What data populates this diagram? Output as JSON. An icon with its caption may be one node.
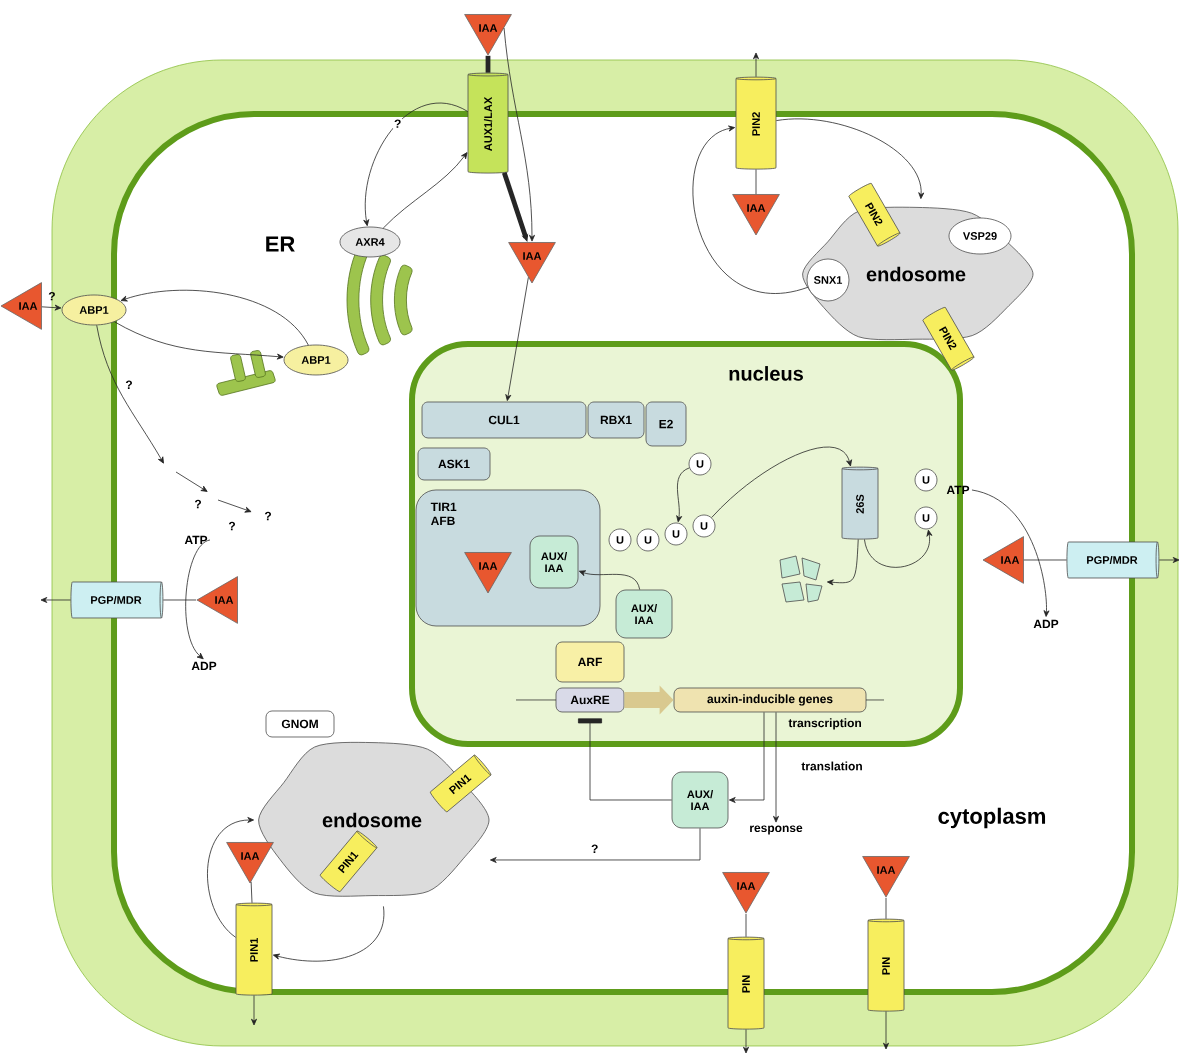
{
  "diagram": {
    "nodes": [
      {
        "text": [
          "IAA"
        ]
      },
      {
        "text": [
          "AUX1/LAX"
        ]
      },
      {
        "text": [
          "PIN2"
        ]
      },
      {
        "text": [
          "IAA"
        ]
      },
      {
        "text": [
          "endosome"
        ]
      },
      {
        "text": [
          "PIN2"
        ]
      },
      {
        "text": [
          "VSP29"
        ],
        "in": 4
      },
      {
        "text": [
          "SNX1"
        ],
        "in": 4
      },
      {
        "text": [
          "PIN2"
        ]
      },
      {
        "text": [
          "AXR4"
        ],
        "in": 10
      },
      {
        "text": [
          "ER"
        ]
      },
      {
        "text": [
          "IAA"
        ]
      },
      {
        "text": [
          "IAA"
        ]
      },
      {
        "text": [
          "ABP1"
        ]
      },
      {
        "text": [
          "ABP1"
        ],
        "in": 10
      },
      {
        "text": [
          "nucleus"
        ]
      },
      {
        "text": [
          "CUL1"
        ],
        "in": 15
      },
      {
        "text": [
          "RBX1"
        ],
        "in": 15
      },
      {
        "text": [
          "E2"
        ],
        "in": 15
      },
      {
        "text": [
          "ASK1"
        ],
        "in": 15
      },
      {
        "text": [
          "TIR1 AFB"
        ],
        "in": 15
      },
      {
        "text": [
          "IAA"
        ],
        "in": 20
      },
      {
        "text": [
          "AUX/ IAA"
        ],
        "in": 20
      },
      {
        "text": [
          "U"
        ],
        "in": 15
      },
      {
        "text": [
          "U"
        ],
        "in": 15
      },
      {
        "text": [
          "U"
        ],
        "in": 15
      },
      {
        "text": [
          "U"
        ],
        "in": 15
      },
      {
        "text": [
          "U"
        ],
        "in": 15
      },
      {
        "text": [
          "26S"
        ],
        "in": 15
      },
      {
        "text": [
          "U"
        ],
        "in": 15
      },
      {
        "text": [
          "U"
        ],
        "in": 15
      },
      {
        "text": [],
        "shape": "picture",
        "in": 15
      },
      {
        "text": [
          "AUX/ IAA"
        ],
        "in": 15
      },
      {
        "text": [
          "ARF"
        ],
        "in": 15
      },
      {
        "text": [
          "AuxRE"
        ],
        "in": 15
      },
      {
        "text": [
          "auxin-inducible genes"
        ],
        "in": 15,
        "beside": [
          "transcription"
        ]
      },
      {
        "text": [
          "response"
        ]
      },
      {
        "text": [
          "AUX/ IAA"
        ]
      },
      {
        "text": [
          "IAA"
        ]
      },
      {
        "text": [
          "PGP/MDR"
        ]
      },
      {
        "text": [
          "ATP"
        ]
      },
      {
        "text": [
          "ADP"
        ]
      },
      {
        "text": [
          "PGP/MDR"
        ]
      },
      {
        "text": [
          "IAA"
        ]
      },
      {
        "text": [
          "ATP"
        ]
      },
      {
        "text": [
          "ADP"
        ]
      },
      {
        "text": [
          "GNOM"
        ]
      },
      {
        "text": [
          "endosome"
        ]
      },
      {
        "text": [
          "PIN1"
        ],
        "in": 47
      },
      {
        "text": [
          "PIN1"
        ],
        "in": 47
      },
      {
        "text": [
          "IAA"
        ]
      },
      {
        "text": [
          "PIN1"
        ]
      },
      {
        "text": [
          "IAA"
        ]
      },
      {
        "text": [
          "PIN"
        ]
      },
      {
        "text": [
          "IAA"
        ]
      },
      {
        "text": [
          "PIN"
        ]
      }
    ],
    "edges": [
      {
        "from": 0,
        "to": 1,
        "arrow": "none",
        "style": "thick"
      },
      {
        "from": 1,
        "to": 11,
        "arrow": "to",
        "style": "thick"
      },
      {
        "from": 0,
        "to": 11,
        "arrow": "to"
      },
      {
        "from": 11,
        "to": 16,
        "arrow": "to"
      },
      {
        "from": 1,
        "to": 9,
        "arrow": "to",
        "label": "?"
      },
      {
        "from": 9,
        "to": 1,
        "arrow": "to"
      },
      {
        "from": 12,
        "to": 13,
        "arrow": "to",
        "label": "?"
      },
      {
        "from": 14,
        "to": 13,
        "arrow": "to"
      },
      {
        "from": 13,
        "to": 14,
        "arrow": "to"
      },
      {
        "from": 13,
        "to": null,
        "arrow": "to",
        "label": "?"
      },
      {
        "from": 2,
        "to": null,
        "arrow": "to"
      },
      {
        "from": 3,
        "to": 2,
        "arrow": "none"
      },
      {
        "from": 2,
        "to": 4,
        "arrow": "to"
      },
      {
        "from": 7,
        "to": 2,
        "arrow": "to"
      },
      {
        "from": 23,
        "to": 26,
        "arrow": "to"
      },
      {
        "from": 27,
        "to": 28,
        "arrow": "to"
      },
      {
        "from": 28,
        "to": 30,
        "arrow": "to"
      },
      {
        "from": 28,
        "to": 31,
        "arrow": "to"
      },
      {
        "from": 32,
        "to": 22,
        "arrow": "to"
      },
      {
        "from": 34,
        "to": 35,
        "arrow": "to",
        "style": "thick",
        "color": "#d9c98f"
      },
      {
        "from": 37,
        "to": 34,
        "arrow": "other"
      },
      {
        "from": 35,
        "to": 37,
        "arrow": "to"
      },
      {
        "from": 35,
        "to": 36,
        "arrow": "to"
      },
      {
        "from": 37,
        "to": 47,
        "arrow": "to",
        "label": "?"
      },
      {
        "from": 38,
        "to": 39,
        "arrow": "none"
      },
      {
        "from": 39,
        "to": null,
        "arrow": "to"
      },
      {
        "from": 40,
        "to": 41,
        "arrow": "to"
      },
      {
        "from": 43,
        "to": 42,
        "arrow": "none"
      },
      {
        "from": 42,
        "to": null,
        "arrow": "to"
      },
      {
        "from": 44,
        "to": 45,
        "arrow": "to"
      },
      {
        "from": 51,
        "to": 47,
        "arrow": "to"
      },
      {
        "from": 47,
        "to": 51,
        "arrow": "to"
      },
      {
        "from": 50,
        "to": 51,
        "arrow": "none"
      },
      {
        "from": 51,
        "to": null,
        "arrow": "to"
      },
      {
        "from": 52,
        "to": 53,
        "arrow": "none"
      },
      {
        "from": 53,
        "to": null,
        "arrow": "to"
      },
      {
        "from": 54,
        "to": 55,
        "arrow": "none"
      },
      {
        "from": 55,
        "to": null,
        "arrow": "to"
      }
    ],
    "labels": [
      "?",
      "?",
      "?",
      "translation",
      "cytoplasm"
    ]
  }
}
